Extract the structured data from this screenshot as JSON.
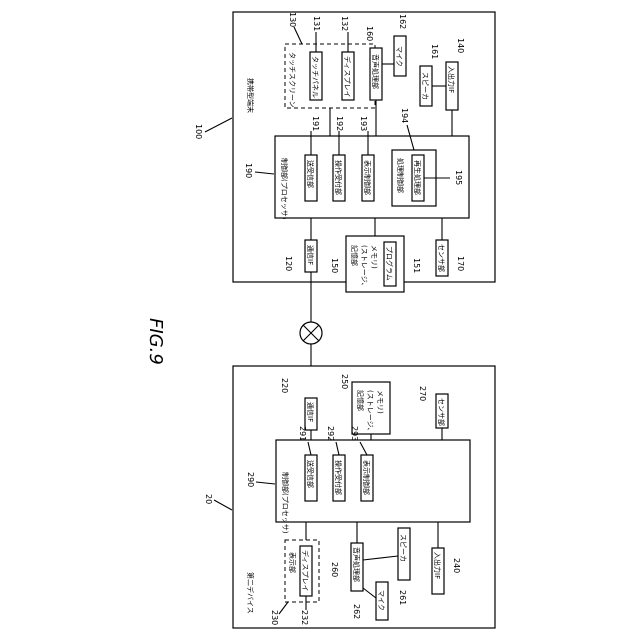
{
  "figure_label": "FIG.9",
  "terminal": {
    "ref": "100",
    "title": "携帯型端末",
    "control": {
      "ref": "190",
      "label": "制御部(プロセッサ)"
    },
    "transceiver": {
      "ref": "191",
      "label": "送受信部"
    },
    "operation": {
      "ref": "192",
      "label": "操作受付部"
    },
    "display_ctrl": {
      "ref": "193",
      "label": "表示制御部"
    },
    "processing": {
      "ref": "194",
      "label": "処理制御部"
    },
    "playback": {
      "ref": "195",
      "label": "再生処理部"
    },
    "touchscreen": {
      "ref": "130",
      "label": "タッチスクリーン"
    },
    "touch_panel": {
      "ref": "131",
      "label": "タッチパネル"
    },
    "display": {
      "ref": "132",
      "label": "ディスプレイ"
    },
    "audio": {
      "ref": "160",
      "label": "音声処理部"
    },
    "mic": {
      "ref": "162",
      "label": "マイク"
    },
    "speaker": {
      "ref": "161",
      "label": "スピーカ"
    },
    "io_if": {
      "ref": "140",
      "label": "入出力IF"
    },
    "comm_if": {
      "ref": "120",
      "label": "通信IF"
    },
    "storage": {
      "ref": "150",
      "label": "記憶部",
      "label2": "(ストレージ、",
      "label3": "メモリ)"
    },
    "program": {
      "ref": "151",
      "label": "プログラム"
    },
    "sensor": {
      "ref": "170",
      "label": "センサ部"
    }
  },
  "device": {
    "ref": "20",
    "title": "第二デバイス",
    "control": {
      "ref": "290",
      "label": "制御部(プロセッサ)"
    },
    "transceiver": {
      "ref": "291",
      "label": "送受信部"
    },
    "operation": {
      "ref": "292",
      "label": "操作受付部"
    },
    "display_ctrl": {
      "ref": "293",
      "label": "表示制御部"
    },
    "display_unit": {
      "ref": "230",
      "label": "表示部"
    },
    "display": {
      "ref": "232",
      "label": "ディスプレイ"
    },
    "audio": {
      "ref": "260",
      "label": "音声処理部"
    },
    "mic": {
      "ref": "262",
      "label": "マイク"
    },
    "speaker": {
      "ref": "261",
      "label": "スピーカ"
    },
    "io_if": {
      "ref": "240",
      "label": "入出力IF"
    },
    "comm_if": {
      "ref": "220",
      "label": "通信IF"
    },
    "storage": {
      "ref": "250",
      "label": "記憶部",
      "label2": "(ストレージ、",
      "label3": "メモリ)"
    },
    "sensor": {
      "ref": "270",
      "label": "センサ部"
    }
  }
}
